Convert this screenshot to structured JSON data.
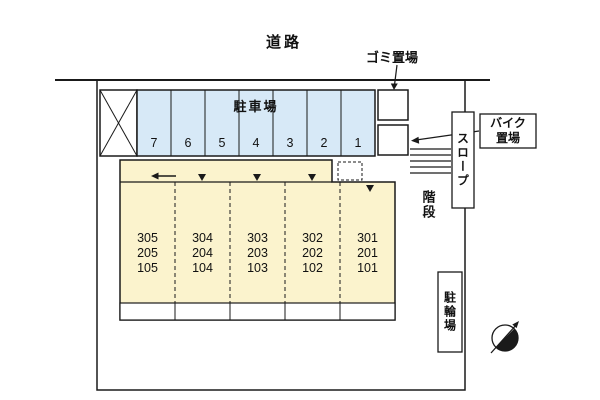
{
  "diagram": {
    "road_label": "道路",
    "garbage_label": "ゴミ置場",
    "parking_label": "駐車場",
    "bike_storage_label": "バイク置場",
    "slope_label": "スロープ",
    "stairs_label": "階段",
    "bicycle_parking_label": "駐輪場"
  },
  "parking_stalls": [
    "7",
    "6",
    "5",
    "4",
    "3",
    "2",
    "1"
  ],
  "building_units": [
    {
      "rooms": [
        "305",
        "205",
        "105"
      ]
    },
    {
      "rooms": [
        "304",
        "204",
        "104"
      ]
    },
    {
      "rooms": [
        "303",
        "203",
        "103"
      ]
    },
    {
      "rooms": [
        "302",
        "202",
        "102"
      ]
    },
    {
      "rooms": [
        "301",
        "201",
        "101"
      ]
    }
  ],
  "colors": {
    "parking_fill": "#d7e9f7",
    "building_fill": "#fbf3cd",
    "line_color": "#1a1a1a"
  }
}
